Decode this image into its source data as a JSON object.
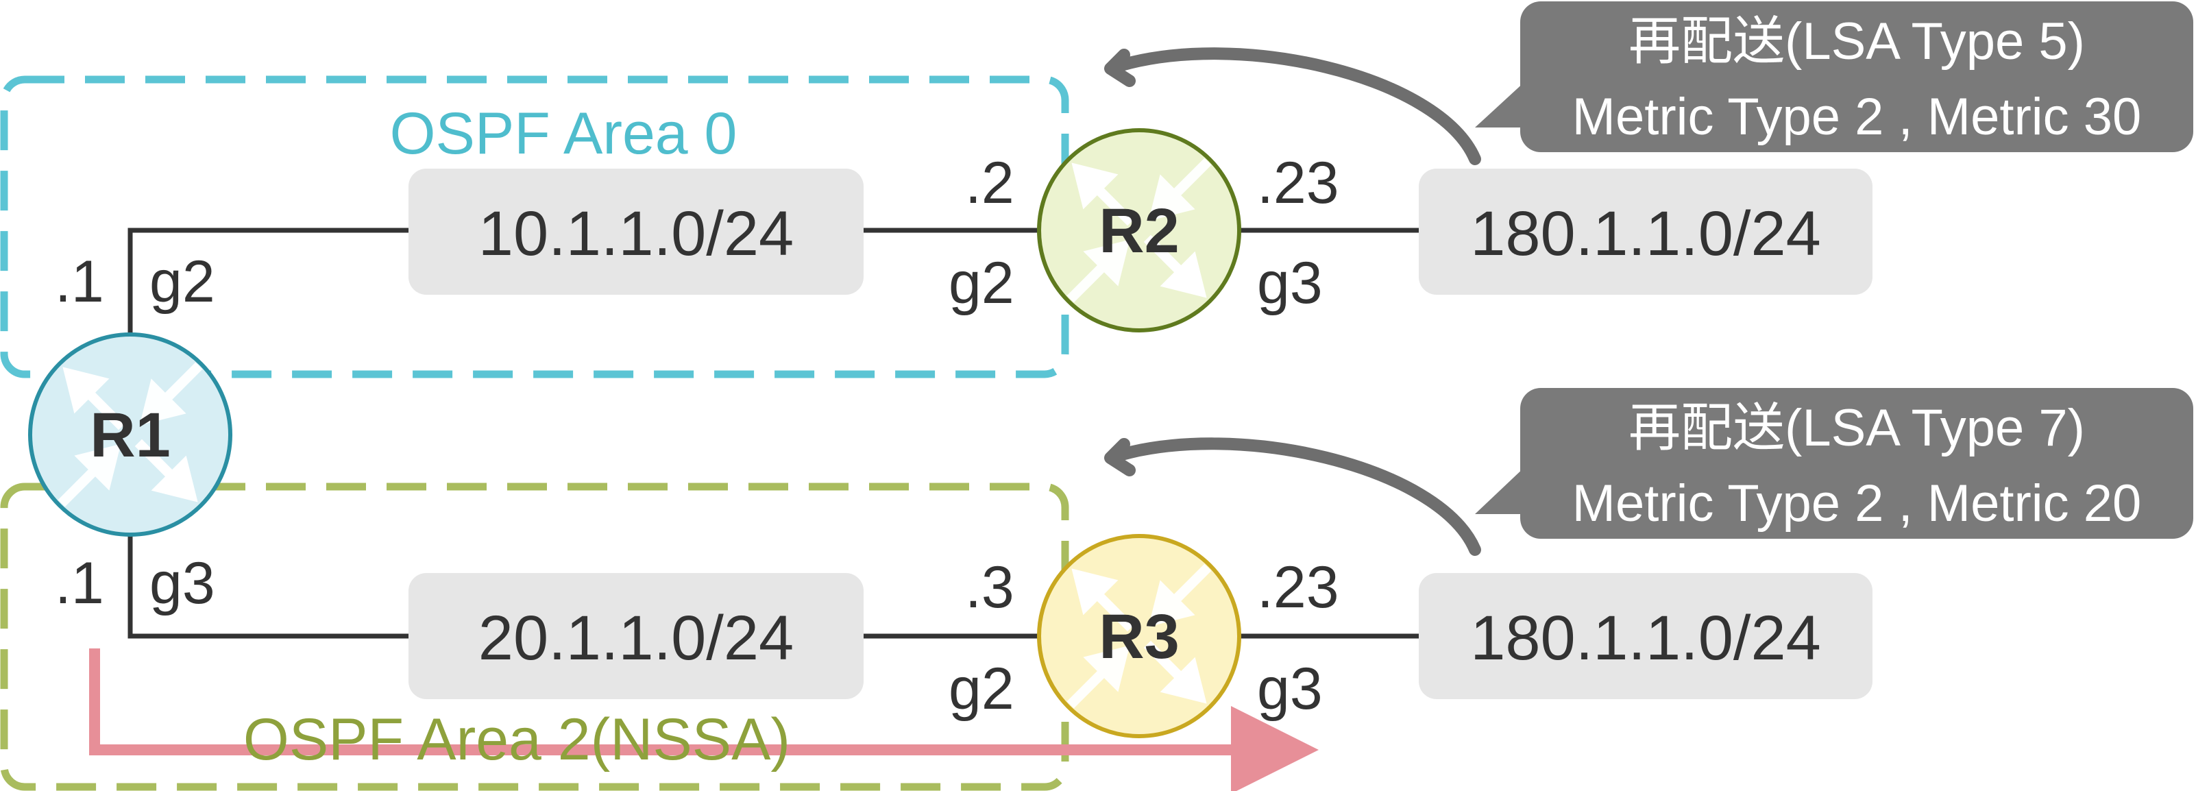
{
  "colors": {
    "area0": "#5bc4d4",
    "area2": "#a9bc5e",
    "r1_fill": "#d7eef4",
    "r1_stroke": "#2a8fa3",
    "r2_fill": "#ecf3d0",
    "r2_stroke": "#5f7a1e",
    "r3_fill": "#fcf3c4",
    "r3_stroke": "#c9a820",
    "network_box": "#e6e6e6",
    "link": "#333333",
    "callout": "#7a7a7a",
    "arrow": "#e78f98",
    "curve_arrow": "#6e6e6e"
  },
  "areas": {
    "area0": {
      "label": "OSPF Area 0"
    },
    "area2": {
      "label": "OSPF Area 2(NSSA)"
    }
  },
  "routers": {
    "r1": {
      "name": "R1",
      "icon": "router-icon"
    },
    "r2": {
      "name": "R2",
      "icon": "router-icon"
    },
    "r3": {
      "name": "R3",
      "icon": "router-icon"
    }
  },
  "networks": {
    "net_10": "10.1.1.0/24",
    "net_20": "20.1.1.0/24",
    "ext_r2": "180.1.1.0/24",
    "ext_r3": "180.1.1.0/24"
  },
  "interfaces": {
    "r1_area0_addr": ".1",
    "r1_area0_if": "g2",
    "r1_area2_addr": ".1",
    "r1_area2_if": "g3",
    "r2_in_addr": ".2",
    "r2_in_if": "g2",
    "r2_out_addr": ".23",
    "r2_out_if": "g3",
    "r3_in_addr": ".3",
    "r3_in_if": "g2",
    "r3_out_addr": ".23",
    "r3_out_if": "g3"
  },
  "callouts": {
    "r2": {
      "line1": "再配送(LSA Type 5)",
      "line2": "Metric Type 2 , Metric 30"
    },
    "r3": {
      "line1": "再配送(LSA Type 7)",
      "line2": "Metric Type 2 , Metric 20"
    }
  }
}
